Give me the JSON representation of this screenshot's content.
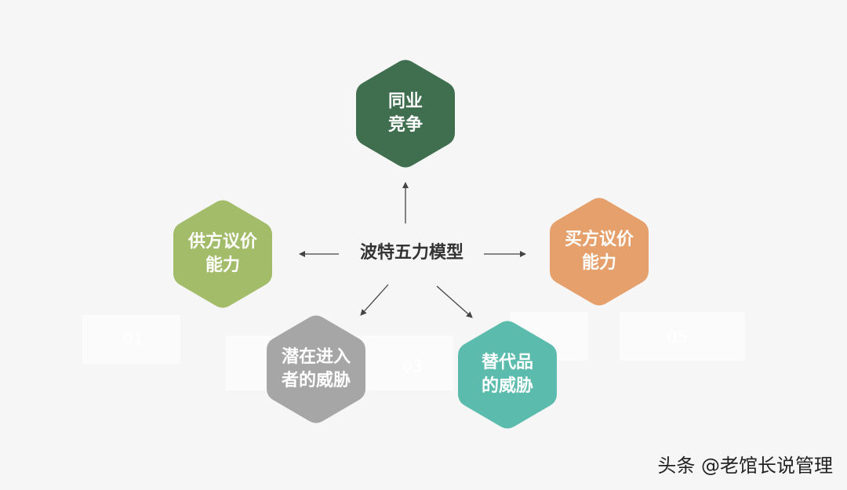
{
  "diagram": {
    "title": "波特五力模型",
    "nodes": [
      {
        "id": "rivalry",
        "line1": "同业",
        "line2": "竞争",
        "color": "#3f6f4e"
      },
      {
        "id": "supplier",
        "line1": "供方议价",
        "line2": "能力",
        "color": "#a2bc6a"
      },
      {
        "id": "buyer",
        "line1": "买方议价",
        "line2": "能力",
        "color": "#e5a06b"
      },
      {
        "id": "entrants",
        "line1": "潜在进入",
        "line2": "者的威胁",
        "color": "#a6a6a6"
      },
      {
        "id": "substitutes",
        "line1": "替代品",
        "line2": "的威胁",
        "color": "#5bbcad"
      }
    ],
    "ghost_numbers": [
      "01",
      "03",
      "05"
    ],
    "arrow_color": "#444444"
  },
  "watermark": "头条 @老馆长说管理"
}
